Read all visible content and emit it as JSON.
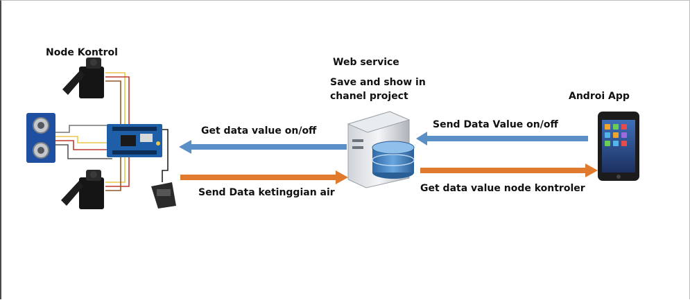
{
  "labels": {
    "node_kontrol": "Node Kontrol",
    "web_service": "Web service",
    "web_service_desc_1": "Save and show in",
    "web_service_desc_2": "chanel project",
    "android_app": "Androi App"
  },
  "flows": {
    "get_onoff": "Get data value on/off",
    "send_ketinggian": "Send Data ketinggian air",
    "send_value_onoff": "Send Data Value on/off",
    "get_node_kontroler": "Get data value node kontroler"
  },
  "colors": {
    "blue_arrow": "#5b8fc7",
    "orange_arrow": "#e07a2e",
    "board_blue": "#1f5fa8",
    "servo_black": "#151515",
    "wire_yellow": "#e8c64a",
    "wire_red": "#c0392b",
    "database_blue": "#3d7fc0"
  },
  "icons": {
    "servo_top": "servo-motor-icon",
    "servo_bottom": "servo-motor-icon",
    "ultrasonic": "ultrasonic-sensor-icon",
    "board": "microcontroller-board-icon",
    "sensor": "water-level-sensor-icon",
    "server": "server-database-icon",
    "phone": "smartphone-icon"
  }
}
